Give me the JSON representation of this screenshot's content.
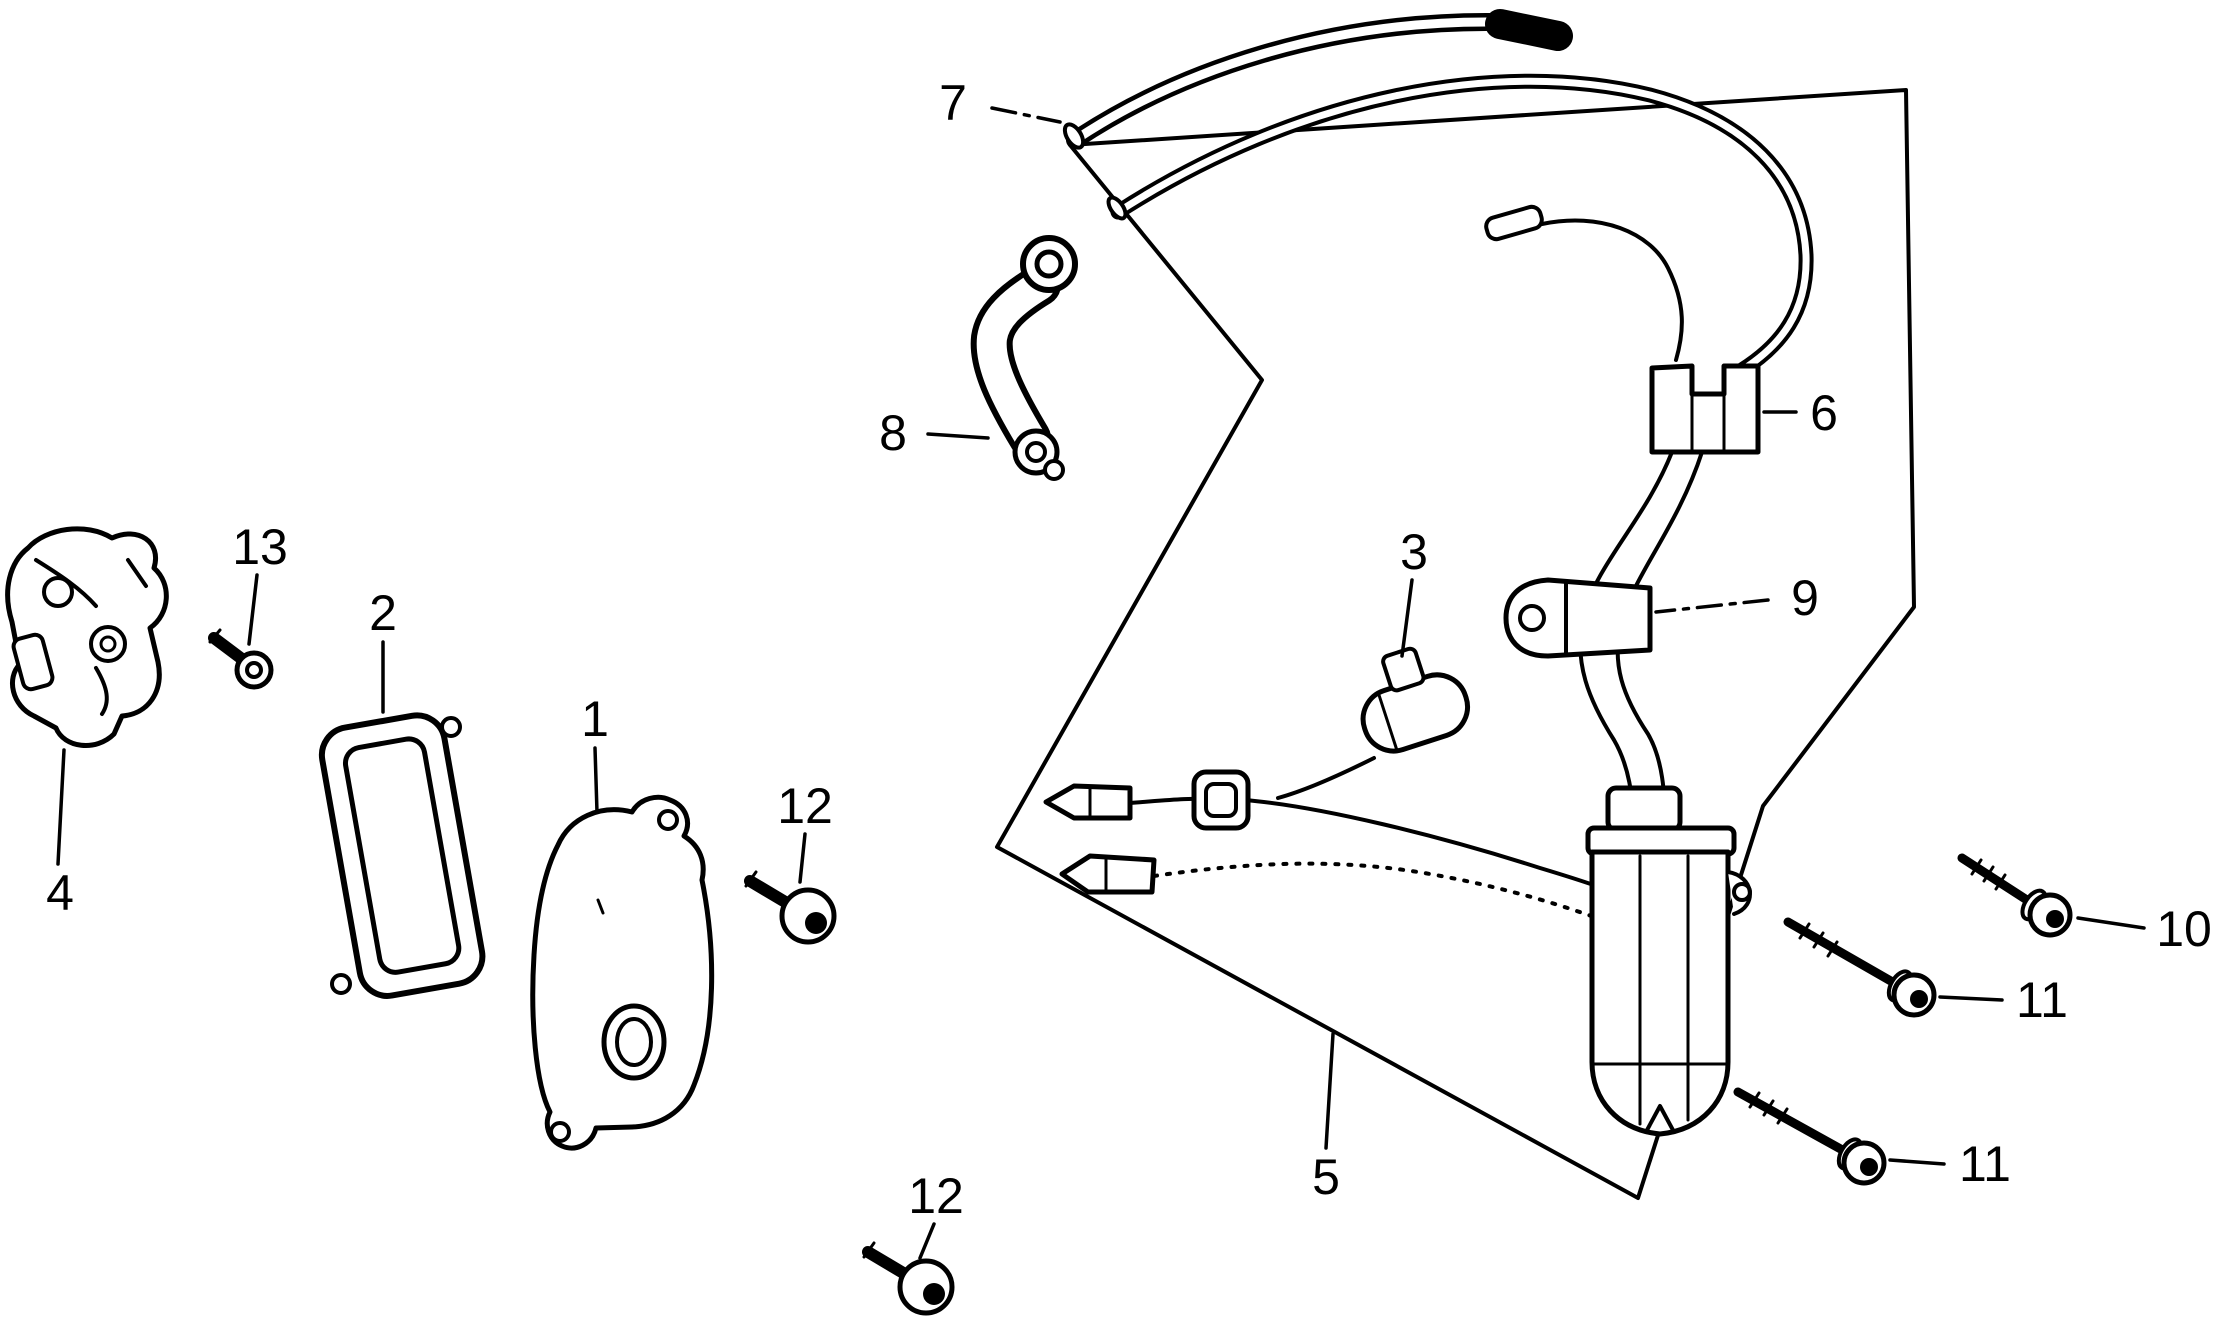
{
  "palette": {
    "background": "#ffffff",
    "ink": "#000000"
  },
  "callouts": [
    {
      "number": "7",
      "leader": "dash-dot"
    },
    {
      "number": "8",
      "leader": "solid"
    },
    {
      "number": "6",
      "leader": "solid"
    },
    {
      "number": "9",
      "leader": "dash-dot"
    },
    {
      "number": "3",
      "leader": "solid"
    },
    {
      "number": "13",
      "leader": "solid"
    },
    {
      "number": "2",
      "leader": "solid"
    },
    {
      "number": "1",
      "leader": "solid"
    },
    {
      "number": "4",
      "leader": "solid"
    },
    {
      "number": "12",
      "leader": "solid"
    },
    {
      "number": "12",
      "leader": "solid"
    },
    {
      "number": "5",
      "leader": "solid"
    },
    {
      "number": "10",
      "leader": "solid"
    },
    {
      "number": "11",
      "leader": "solid"
    },
    {
      "number": "11",
      "leader": "solid"
    }
  ]
}
